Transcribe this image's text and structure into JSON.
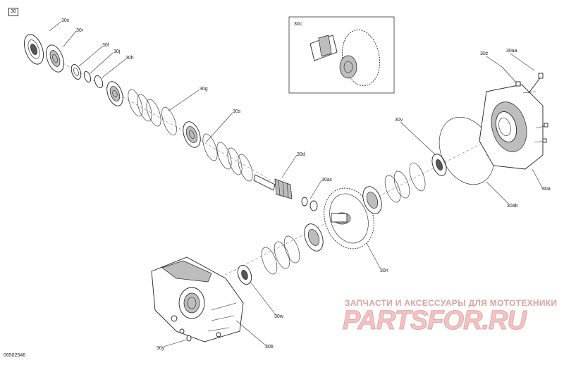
{
  "figure": {
    "reference": "30",
    "document_id": "06502546"
  },
  "inset": {
    "label": "30c"
  },
  "callouts": {
    "c30x": "30x",
    "c30r": "30r",
    "c30f": "30f",
    "c30j": "30j",
    "c30h": "30h",
    "c30g": "30g",
    "c30s": "30s",
    "c30d": "30d",
    "c30ac": "30ac",
    "c30v": "30v",
    "c30z": "30z",
    "c30aa": "30aa",
    "c30a": "30a",
    "c30ab": "30ab",
    "c30n": "30n",
    "c30w": "30w",
    "c30y": "30y",
    "c30b": "30b"
  },
  "watermark": {
    "line1": "ЗАПЧАСТИ И АКСЕССУАРЫ ДЛЯ МОТОТЕХНИКИ",
    "line2": "PARTSFOR.RU"
  }
}
